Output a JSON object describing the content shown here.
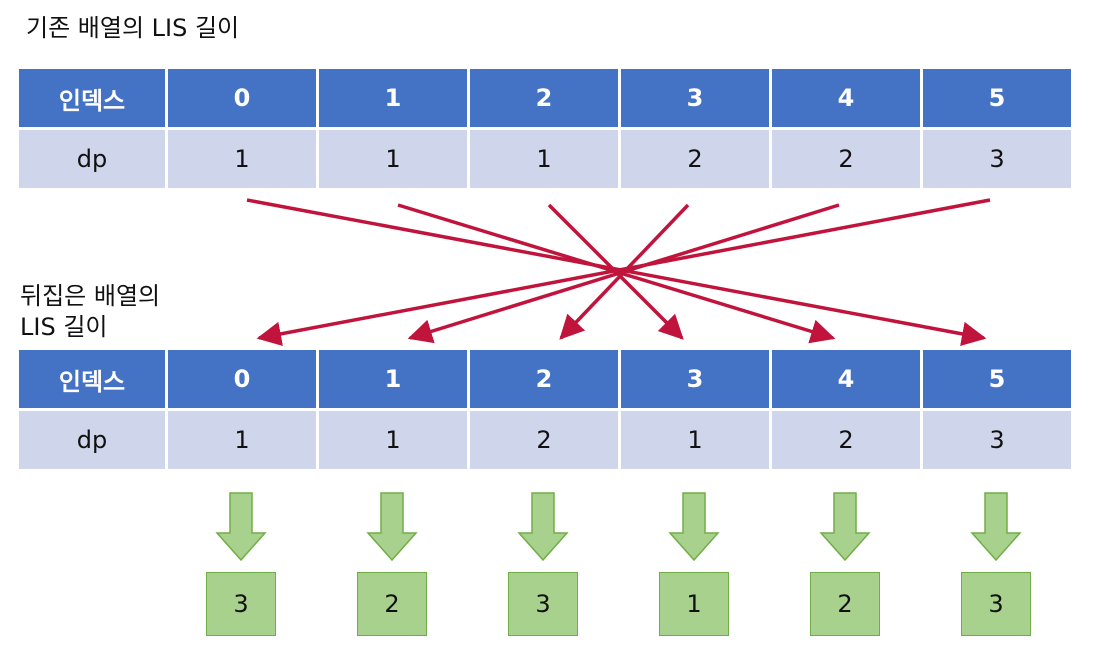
{
  "captions": {
    "original": "기존 배열의 LIS 길이",
    "reversed_line1": "뒤집은 배열의",
    "reversed_line2": "LIS 길이"
  },
  "table_original": {
    "header_label": "인덱스",
    "row_label": "dp",
    "indices": [
      "0",
      "1",
      "2",
      "3",
      "4",
      "5"
    ],
    "dp": [
      "1",
      "1",
      "1",
      "2",
      "2",
      "3"
    ]
  },
  "table_reversed": {
    "header_label": "인덱스",
    "row_label": "dp",
    "indices": [
      "0",
      "1",
      "2",
      "3",
      "4",
      "5"
    ],
    "dp": [
      "1",
      "1",
      "2",
      "1",
      "2",
      "3"
    ]
  },
  "reversed_mapping_note": "index i of the original maps to index 5 - i of the reversed array",
  "results": [
    "3",
    "2",
    "3",
    "1",
    "2",
    "3"
  ],
  "colors": {
    "header_bg": "#4472c4",
    "cell_bg": "#cfd5ea",
    "cross_arrow": "#c0143c",
    "down_arrow_fill": "#a9d18e",
    "down_arrow_stroke": "#70ad47"
  }
}
